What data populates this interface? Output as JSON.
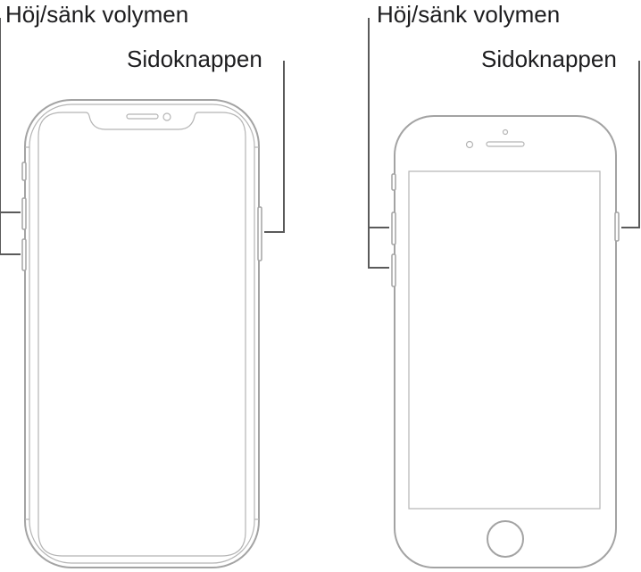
{
  "labels": {
    "volume_buttons": "Höj/sänk volymen",
    "side_button": "Sidoknappen"
  },
  "colors": {
    "text": "#1d1d1f",
    "outline": "#a3a3a3",
    "leader_line": "#5a5a5a",
    "background": "#ffffff"
  },
  "icons": {
    "left_device": "phone-face-id-outline",
    "right_device": "phone-home-button-outline"
  }
}
